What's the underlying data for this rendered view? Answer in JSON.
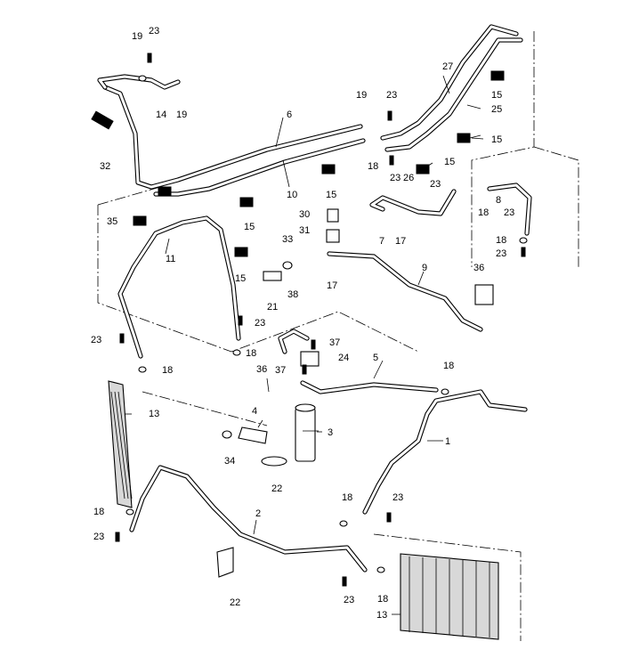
{
  "labels": {
    "p1": "1",
    "p2": "2",
    "p3": "3",
    "p4": "4",
    "p5": "5",
    "p6": "6",
    "p7": "7",
    "p8": "8",
    "p9": "9",
    "p10": "10",
    "p11": "11",
    "p13": "13",
    "p14": "14",
    "p15": "15",
    "p17": "17",
    "p18": "18",
    "p19": "19",
    "p21": "21",
    "p22": "22",
    "p23": "23",
    "p24": "24",
    "p25": "25",
    "p26": "26",
    "p27": "27",
    "p30": "30",
    "p31": "31",
    "p32": "32",
    "p33": "33",
    "p34": "34",
    "p35": "35",
    "p36": "36",
    "p37": "37"
  },
  "callouts": [
    {
      "key": "p19"
    },
    {
      "key": "p23"
    },
    {
      "key": "p14"
    },
    {
      "key": "p19"
    },
    {
      "key": "p32"
    },
    {
      "key": "p6"
    },
    {
      "key": "p10"
    },
    {
      "key": "p19"
    },
    {
      "key": "p23"
    },
    {
      "key": "p18"
    },
    {
      "key": "p23"
    },
    {
      "key": "p27"
    },
    {
      "key": "p15"
    },
    {
      "key": "p25"
    },
    {
      "key": "p15"
    },
    {
      "key": "p15"
    },
    {
      "key": "p15"
    },
    {
      "key": "p15"
    },
    {
      "key": "p26"
    },
    {
      "key": "p23"
    },
    {
      "key": "p18"
    },
    {
      "key": "p23"
    },
    {
      "key": "p8"
    },
    {
      "key": "p18"
    },
    {
      "key": "p23"
    },
    {
      "key": "p7"
    },
    {
      "key": "p17"
    },
    {
      "key": "p30"
    },
    {
      "key": "p31"
    },
    {
      "key": "p35"
    },
    {
      "key": "p11"
    },
    {
      "key": "p33"
    },
    {
      "key": "p15"
    },
    {
      "key": "p9"
    },
    {
      "key": "p36"
    },
    {
      "key": "p17"
    },
    {
      "key": "p38"
    },
    {
      "key": "p21"
    },
    {
      "key": "p23"
    },
    {
      "key": "p18"
    },
    {
      "key": "p23"
    },
    {
      "key": "p18"
    },
    {
      "key": "p37"
    },
    {
      "key": "p24"
    },
    {
      "key": "p36"
    },
    {
      "key": "p37"
    },
    {
      "key": "p5"
    },
    {
      "key": "p18"
    },
    {
      "key": "p13"
    },
    {
      "key": "p4"
    },
    {
      "key": "p3"
    },
    {
      "key": "p1"
    },
    {
      "key": "p34"
    },
    {
      "key": "p22"
    },
    {
      "key": "p18"
    },
    {
      "key": "p23"
    },
    {
      "key": "p2"
    },
    {
      "key": "p18"
    },
    {
      "key": "p23"
    },
    {
      "key": "p22"
    },
    {
      "key": "p23"
    },
    {
      "key": "p18"
    },
    {
      "key": "p13"
    }
  ],
  "extra": {
    "p38": "38"
  }
}
